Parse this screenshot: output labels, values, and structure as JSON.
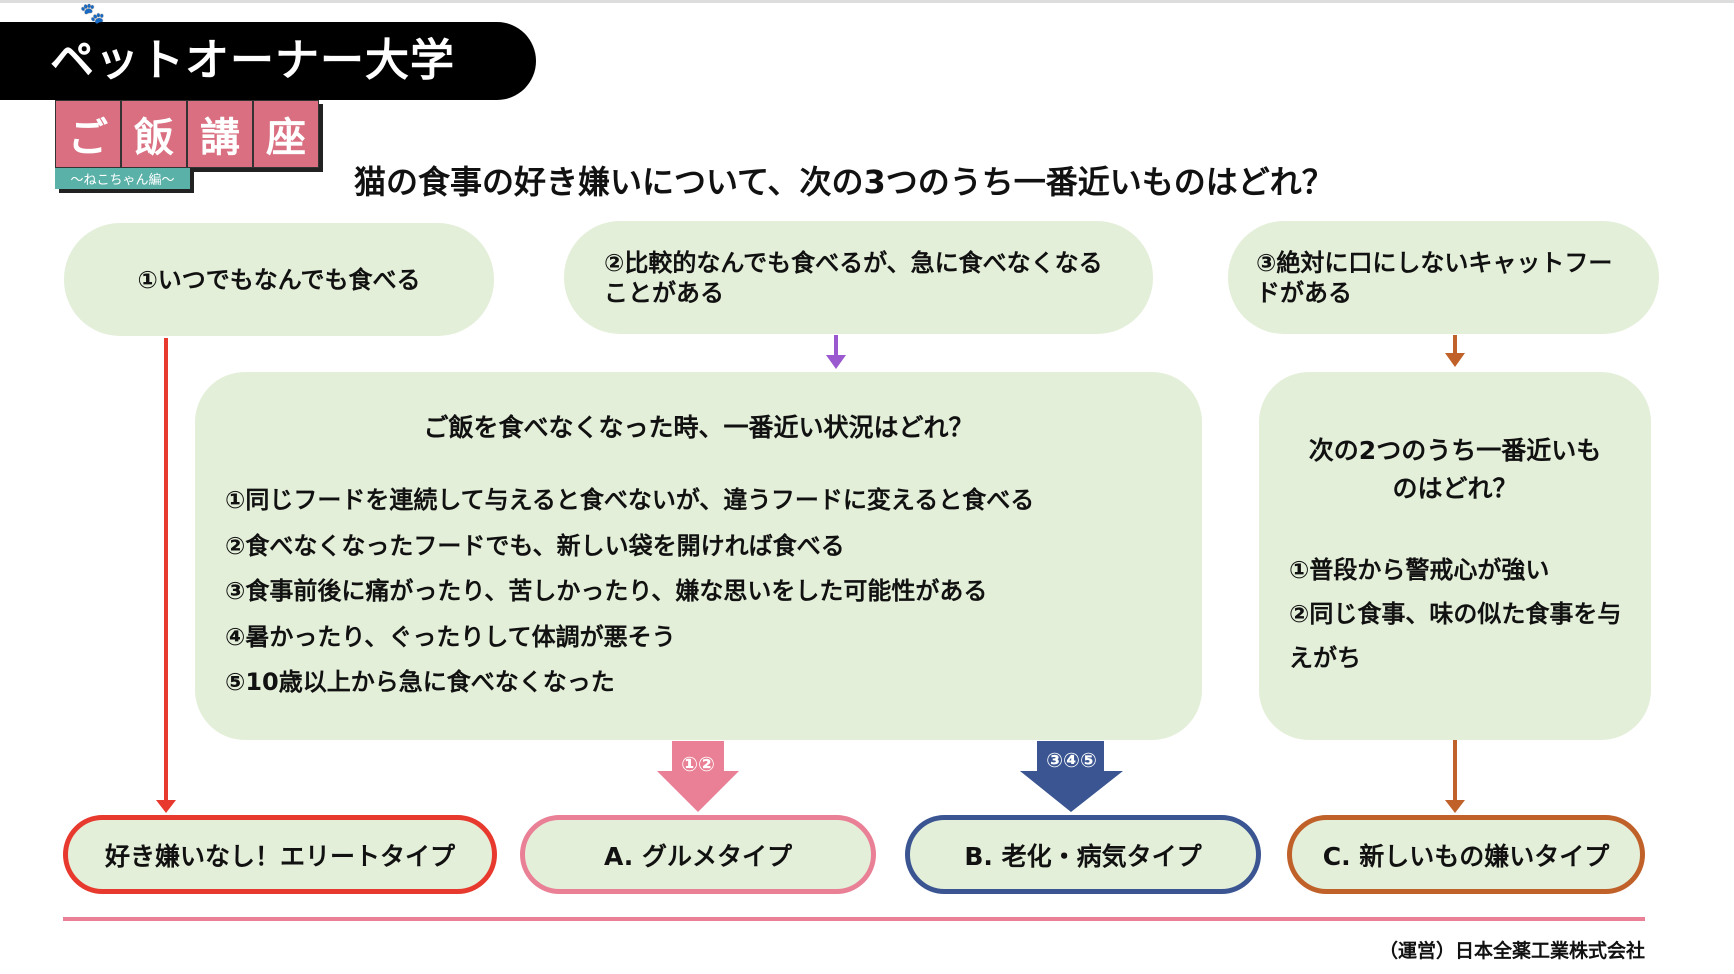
{
  "header": {
    "brand": "ペットオーナー大学",
    "course_chars": [
      "ご",
      "飯",
      "講",
      "座"
    ],
    "subtitle": "〜ねこちゃん編〜",
    "paw_icon": "paw-icon"
  },
  "question": "猫の食事の好き嫌いについて、次の3つのうち一番近いものはどれ？",
  "options": [
    "①いつでもなんでも食べる",
    "②比較的なんでも食べるが、急に食べなくなることがある",
    "③絶対に口にしないキャットフードがある"
  ],
  "middle": {
    "title": "ご飯を食べなくなった時、一番近い状況はどれ？",
    "items": [
      "①同じフードを連続して与えると食べないが、違うフードに変えると食べる",
      "②食べなくなったフードでも、新しい袋を開ければ食べる",
      "③食事前後に痛がったり、苦しかったり、嫌な思いをした可能性がある",
      "④暑かったり、ぐったりして体調が悪そう",
      "⑤10歳以上から急に食べなくなった"
    ]
  },
  "right": {
    "title": "次の2つのうち一番近いものはどれ？",
    "items": [
      "①普段から警戒心が強い",
      "②同じ食事、味の似た食事を与えがち"
    ]
  },
  "arrows": {
    "a_label": "①②",
    "b_label": "③④⑤"
  },
  "results": [
    "好き嫌いなし！エリートタイプ",
    "A. グルメタイプ",
    "B. 老化・病気タイプ",
    "C. 新しいもの嫌いタイプ"
  ],
  "footer": "（運営）日本全薬工業株式会社",
  "colors": {
    "red": "#e8392e",
    "pink": "#e98095",
    "blue": "#3a5592",
    "orange": "#c0612a",
    "purple": "#9b59d0",
    "green": "#e3efd9"
  }
}
